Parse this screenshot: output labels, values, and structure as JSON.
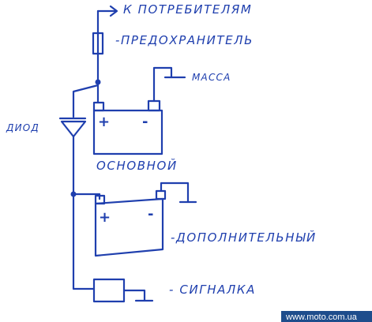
{
  "labels": {
    "consumers": "К ПОТРЕБИТЕЛЯМ",
    "fuse": "-ПРЕДОХРАНИТЕЛЬ",
    "ground": "МАССА",
    "diode": "ДИОД",
    "main_battery": "ОСНОВНОЙ",
    "aux_battery": "-ДОПОЛНИТЕЛЬНЫЙ",
    "alarm": "- СИГНАЛКА",
    "plus": "+",
    "minus": "-"
  },
  "watermark": "www.moto.com.ua",
  "colors": {
    "ink": "#1f3fae",
    "watermark_bg": "#1e4d8c"
  }
}
